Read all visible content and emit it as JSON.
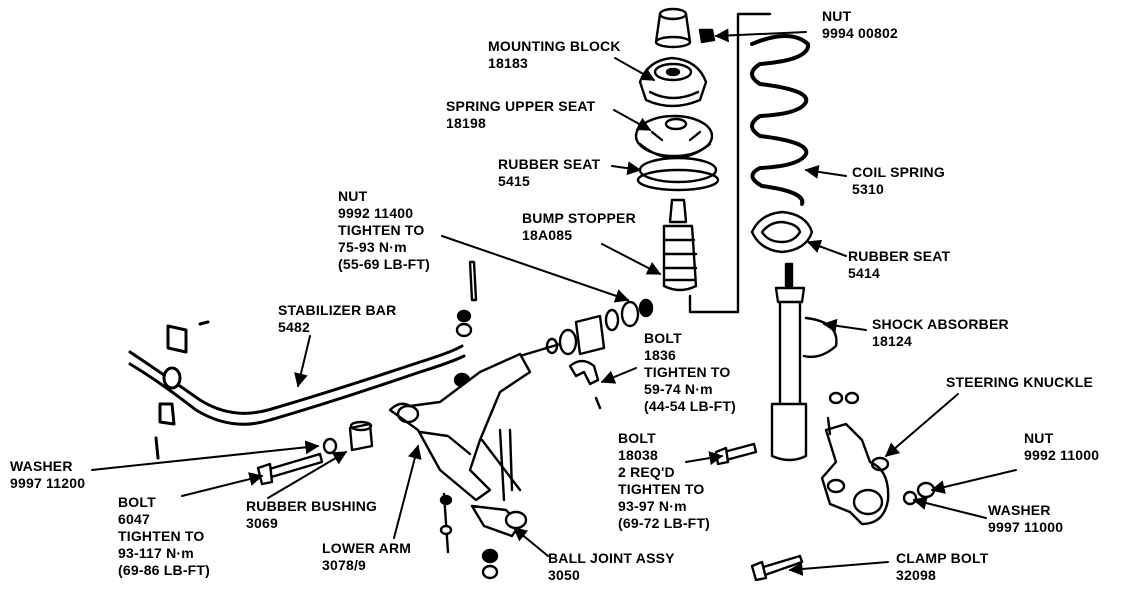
{
  "labels": {
    "nut_top": {
      "name": "NUT",
      "part": "9994 00802"
    },
    "mounting_block": {
      "name": "MOUNTING BLOCK",
      "part": "18183"
    },
    "spring_upper_seat": {
      "name": "SPRING UPPER SEAT",
      "part": "18198"
    },
    "rubber_seat_upper": {
      "name": "RUBBER SEAT",
      "part": "5415"
    },
    "coil_spring": {
      "name": "COIL SPRING",
      "part": "5310"
    },
    "bump_stopper": {
      "name": "BUMP STOPPER",
      "part": "18A085"
    },
    "rubber_seat_lower": {
      "name": "RUBBER SEAT",
      "part": "5414"
    },
    "nut_strut": {
      "name": "NUT",
      "part": "9992 11400",
      "torque_title": "TIGHTEN TO",
      "torque_nm": "75-93 N·m",
      "torque_lbft": "(55-69 LB-FT)"
    },
    "stabilizer_bar": {
      "name": "STABILIZER BAR",
      "part": "5482"
    },
    "shock_absorber": {
      "name": "SHOCK ABSORBER",
      "part": "18124"
    },
    "bolt_1836": {
      "name": "BOLT",
      "part": "1836",
      "torque_title": "TIGHTEN TO",
      "torque_nm": "59-74 N·m",
      "torque_lbft": "(44-54 LB-FT)"
    },
    "steering_knuckle": {
      "name": "STEERING KNUCKLE"
    },
    "bolt_18038": {
      "name": "BOLT",
      "part": "18038",
      "qty": "2 REQ'D",
      "torque_title": "TIGHTEN TO",
      "torque_nm": "93-97 N·m",
      "torque_lbft": "(69-72 LB-FT)"
    },
    "nut_knuckle": {
      "name": "NUT",
      "part": "9992 11000"
    },
    "washer_left": {
      "name": "WASHER",
      "part": "9997 11200"
    },
    "washer_right": {
      "name": "WASHER",
      "part": "9997 11000"
    },
    "bolt_6047": {
      "name": "BOLT",
      "part": "6047",
      "torque_title": "TIGHTEN TO",
      "torque_nm": "93-117 N·m",
      "torque_lbft": "(69-86 LB-FT)"
    },
    "rubber_bushing": {
      "name": "RUBBER BUSHING",
      "part": "3069"
    },
    "lower_arm": {
      "name": "LOWER ARM",
      "part": "3078/9"
    },
    "ball_joint": {
      "name": "BALL JOINT ASSY",
      "part": "3050"
    },
    "clamp_bolt": {
      "name": "CLAMP BOLT",
      "part": "32098"
    }
  }
}
